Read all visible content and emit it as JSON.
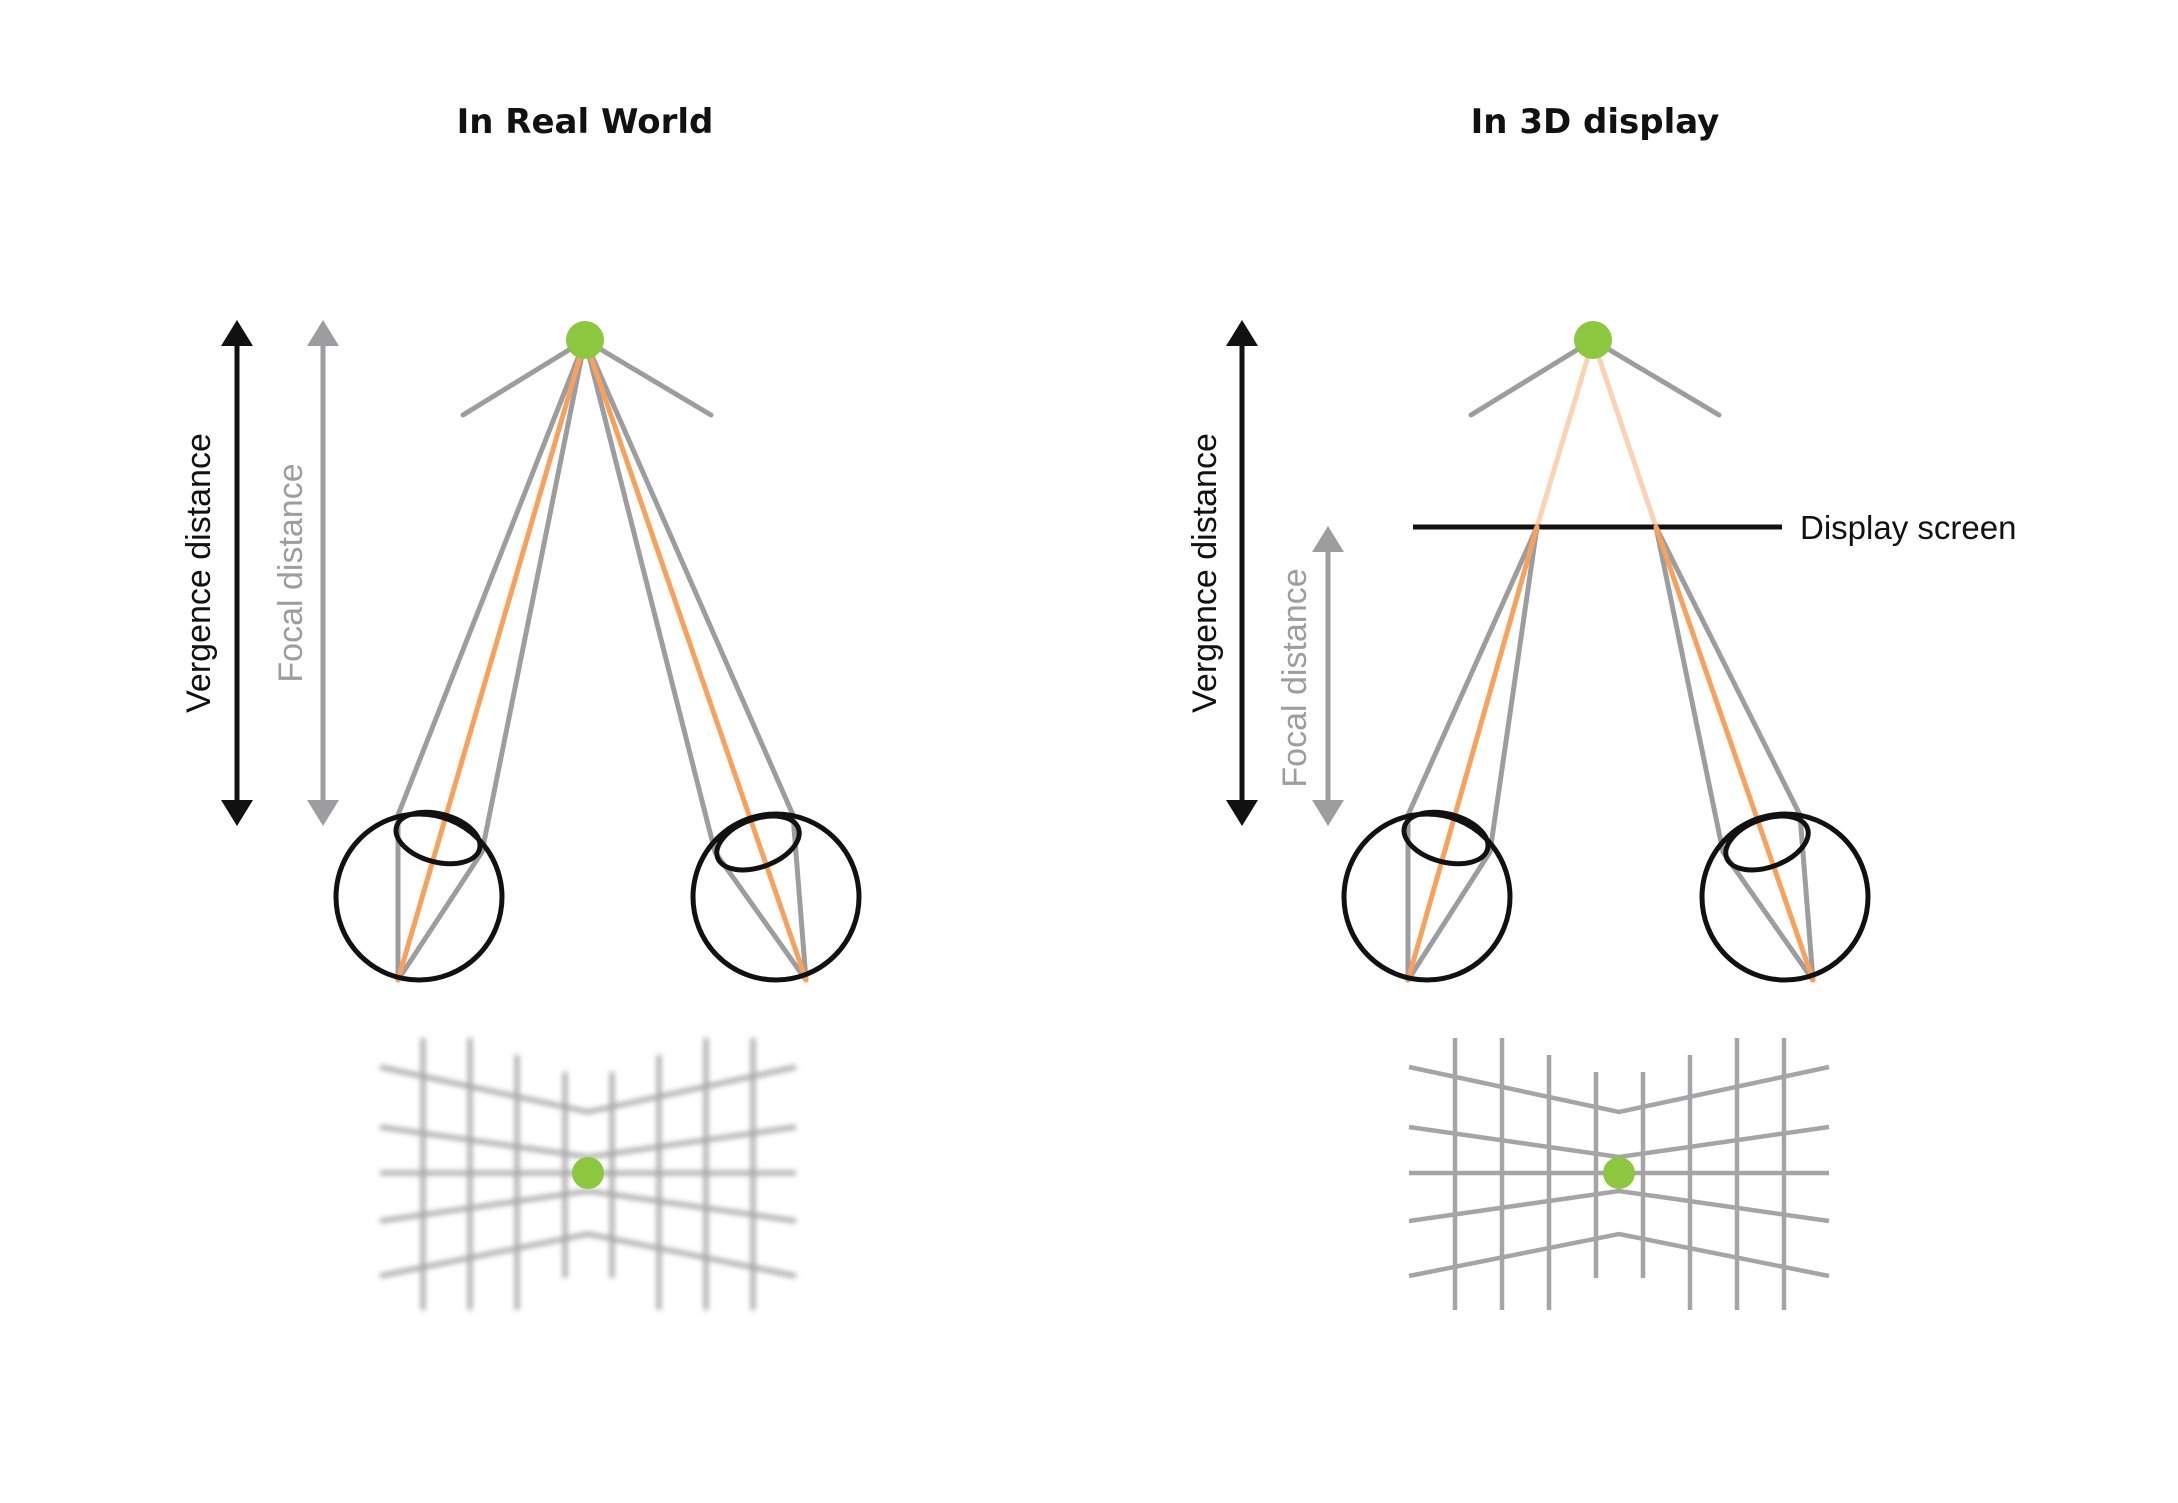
{
  "panels": {
    "real_world": {
      "title": "In Real World",
      "vergence_label": "Vergence distance",
      "focal_label": "Focal distance"
    },
    "display_3d": {
      "title": "In 3D display",
      "vergence_label": "Vergence distance",
      "focal_label": "Focal distance",
      "screen_label": "Display screen"
    }
  },
  "colors": {
    "target_point": "#8dc63f",
    "focus_ray": "#f7a15c",
    "focus_ray_faded": "#fad3b4",
    "side_ray": "#9d9d9f",
    "grid": "#a5a5a7",
    "outline": "#111111",
    "focal_arrow": "#9d9d9f",
    "vergence_arrow": "#111111"
  }
}
